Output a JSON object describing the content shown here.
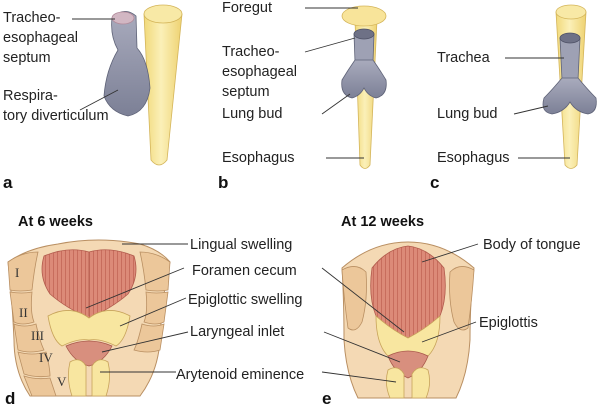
{
  "panel_letters": [
    "a",
    "b",
    "c",
    "d",
    "e"
  ],
  "panel_a": {
    "septum": "Tracheo-\nesophageal\nseptum",
    "diverticulum": "Respira-\ntory diverticulum"
  },
  "panel_b": {
    "foregut": "Foregut",
    "septum": "Tracheo-\nesophageal\nseptum",
    "lung_bud": "Lung bud",
    "esophagus": "Esophagus"
  },
  "panel_c": {
    "trachea": "Trachea",
    "lung_bud": "Lung bud",
    "esophagus": "Esophagus"
  },
  "panel_d": {
    "heading": "At 6 weeks",
    "lingual_swelling": "Lingual swelling",
    "foramen_cecum": "Foramen cecum",
    "epiglottic_swelling": "Epiglottic swelling",
    "laryngeal_inlet": "Laryngeal inlet",
    "arytenoid_eminence": "Arytenoid eminence",
    "arch_numerals": [
      "I",
      "II",
      "III",
      "IV",
      "V"
    ]
  },
  "panel_e": {
    "heading": "At 12 weeks",
    "body_of_tongue": "Body of tongue",
    "epiglottis": "Epiglottis"
  },
  "colors": {
    "esophagus_yellow": "#f7e7a0",
    "bud_gray": "#8c8fa4",
    "tissue_tan": "#f2d2a6",
    "muscle_red": "#d47c6c",
    "edge_brown": "#b98f62"
  }
}
